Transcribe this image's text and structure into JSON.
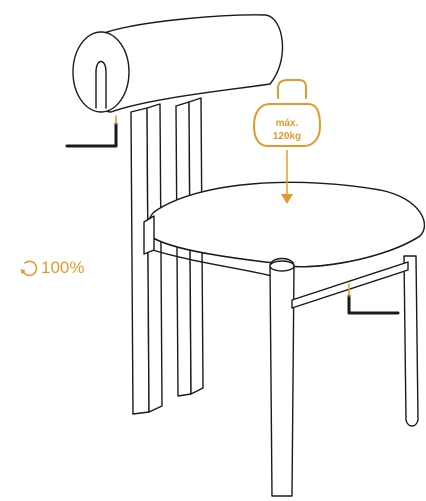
{
  "colors": {
    "line": "#1a1a1a",
    "accent": "#E39A2B",
    "background": "#ffffff"
  },
  "weight": {
    "line1": "máx.",
    "line2": "120kg"
  },
  "tightening": {
    "percent": "100%",
    "icon": "rotate-arrow-icon"
  }
}
